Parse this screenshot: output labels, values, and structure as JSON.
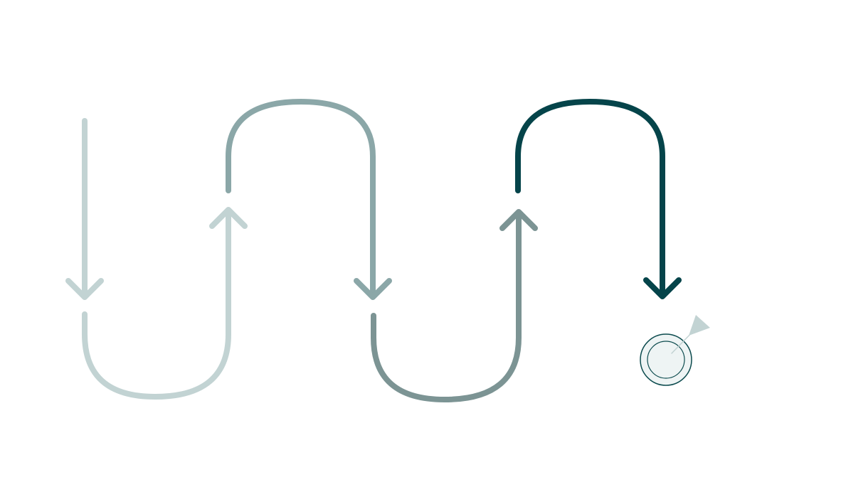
{
  "diagram": {
    "kind": "serpentine-arrow-path",
    "direction": "left-to-right",
    "segments": [
      {
        "id": "segment-1",
        "color": "#c2d3d3",
        "ends_with": "arrow-down"
      },
      {
        "id": "segment-2",
        "color": "#c2d3d3",
        "ends_with": "arrow-up"
      },
      {
        "id": "segment-3",
        "color": "#8ba7a8",
        "ends_with": "arrow-down"
      },
      {
        "id": "segment-4",
        "color": "#7c9494",
        "ends_with": "arrow-up"
      },
      {
        "id": "segment-5",
        "color": "#05444a",
        "ends_with": "arrow-down"
      }
    ],
    "goal": {
      "icon": "target-with-dart-icon",
      "ring_color": "#0c4b4e",
      "fill_color": "#eef4f4",
      "dart_color": "#c2d3d3"
    }
  }
}
